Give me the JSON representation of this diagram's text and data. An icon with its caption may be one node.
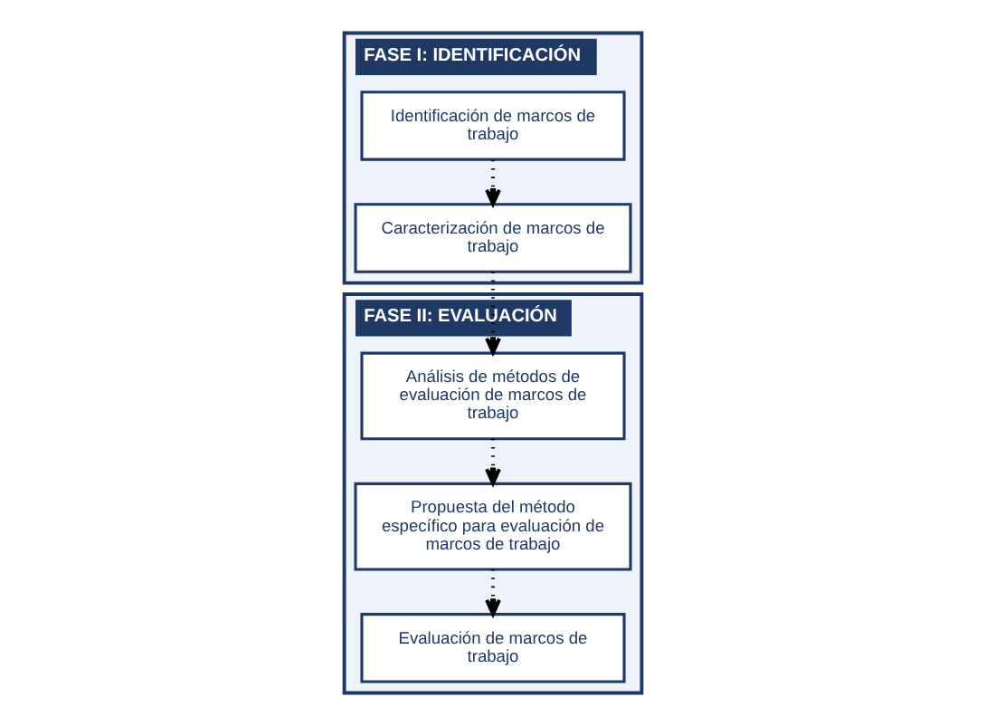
{
  "diagram": {
    "nodes": [
      {
        "text": [
          "FASE I: IDENTIFICACIÓN"
        ]
      },
      {
        "text": [
          "Identificación de marcos de trabajo"
        ],
        "in": 0
      },
      {
        "text": [
          "Caracterización de marcos de trabajo"
        ],
        "in": 0
      },
      {
        "text": [
          "FASE II: EVALUACIÓN"
        ]
      },
      {
        "text": [
          "Análisis de métodos de evaluación de marcos de trabajo"
        ],
        "in": 3
      },
      {
        "text": [
          "Propuesta del método específico para evaluación de marcos de trabajo"
        ],
        "in": 3
      },
      {
        "text": [
          "Evaluación de marcos de trabajo"
        ],
        "in": 3
      }
    ],
    "edges": [
      {
        "from": 1,
        "to": 2,
        "arrow": "to",
        "style": "dashed"
      },
      {
        "from": 2,
        "to": 4,
        "arrow": "to",
        "style": "dashed"
      },
      {
        "from": 4,
        "to": 5,
        "arrow": "to",
        "style": "dashed"
      },
      {
        "from": 5,
        "to": 6,
        "arrow": "to",
        "style": "dashed"
      }
    ]
  }
}
